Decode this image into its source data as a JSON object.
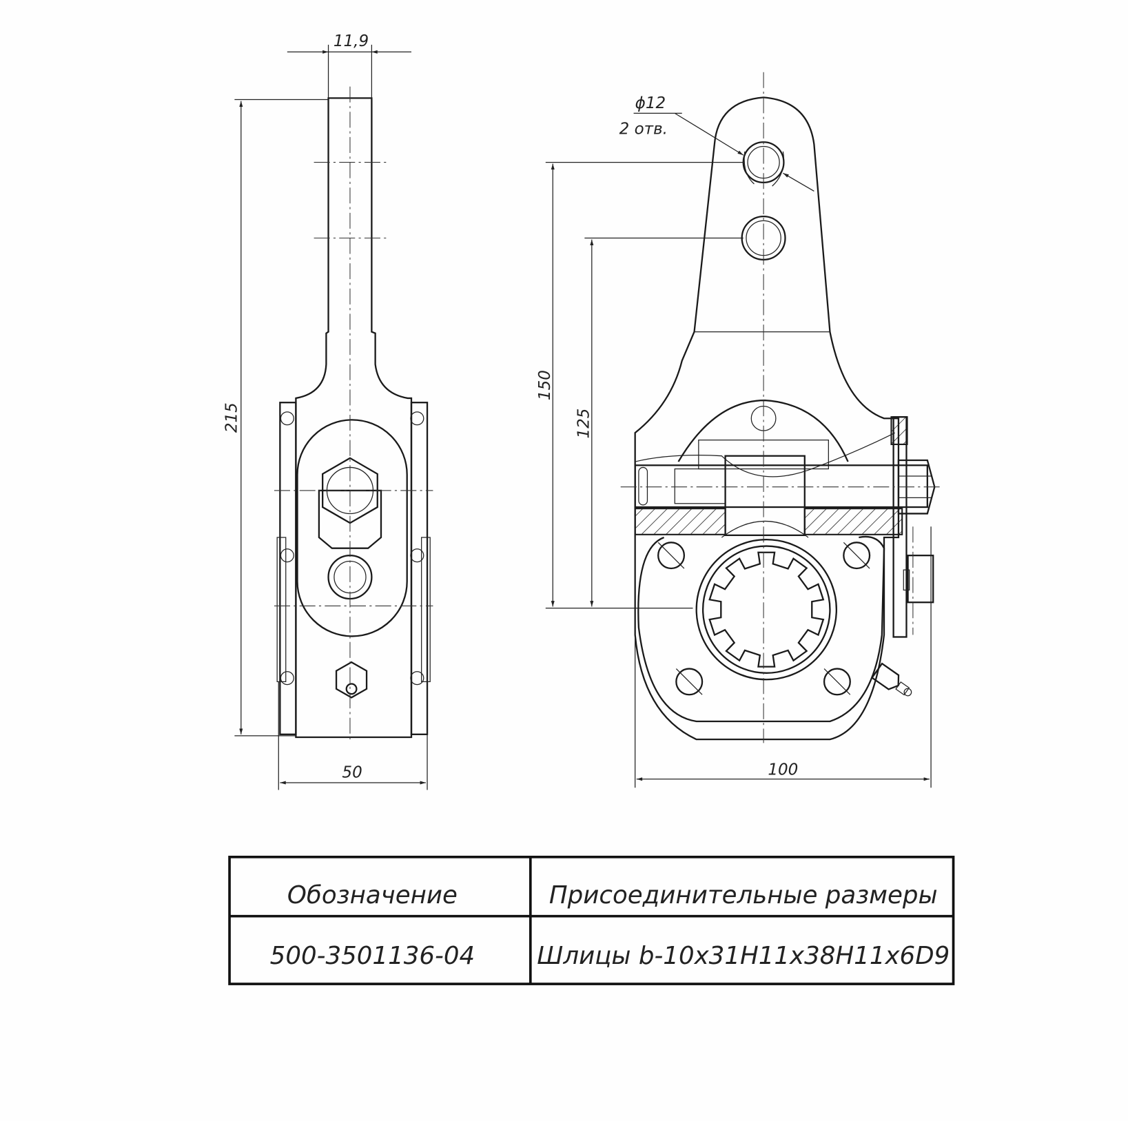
{
  "side_view": {
    "dim_width_top": "11,9",
    "dim_height": "215",
    "dim_width_bottom": "50"
  },
  "front_view": {
    "hole_diameter": "ϕ12",
    "hole_count": "2 отв.",
    "dim_150": "150",
    "dim_125": "125",
    "dim_width": "100"
  },
  "table": {
    "headers": [
      "Обозначение",
      "Присоединительные размеры"
    ],
    "rows": [
      [
        "500-3501136-04",
        "Шлицы b-10x31H11x38H11x6D9"
      ]
    ]
  }
}
